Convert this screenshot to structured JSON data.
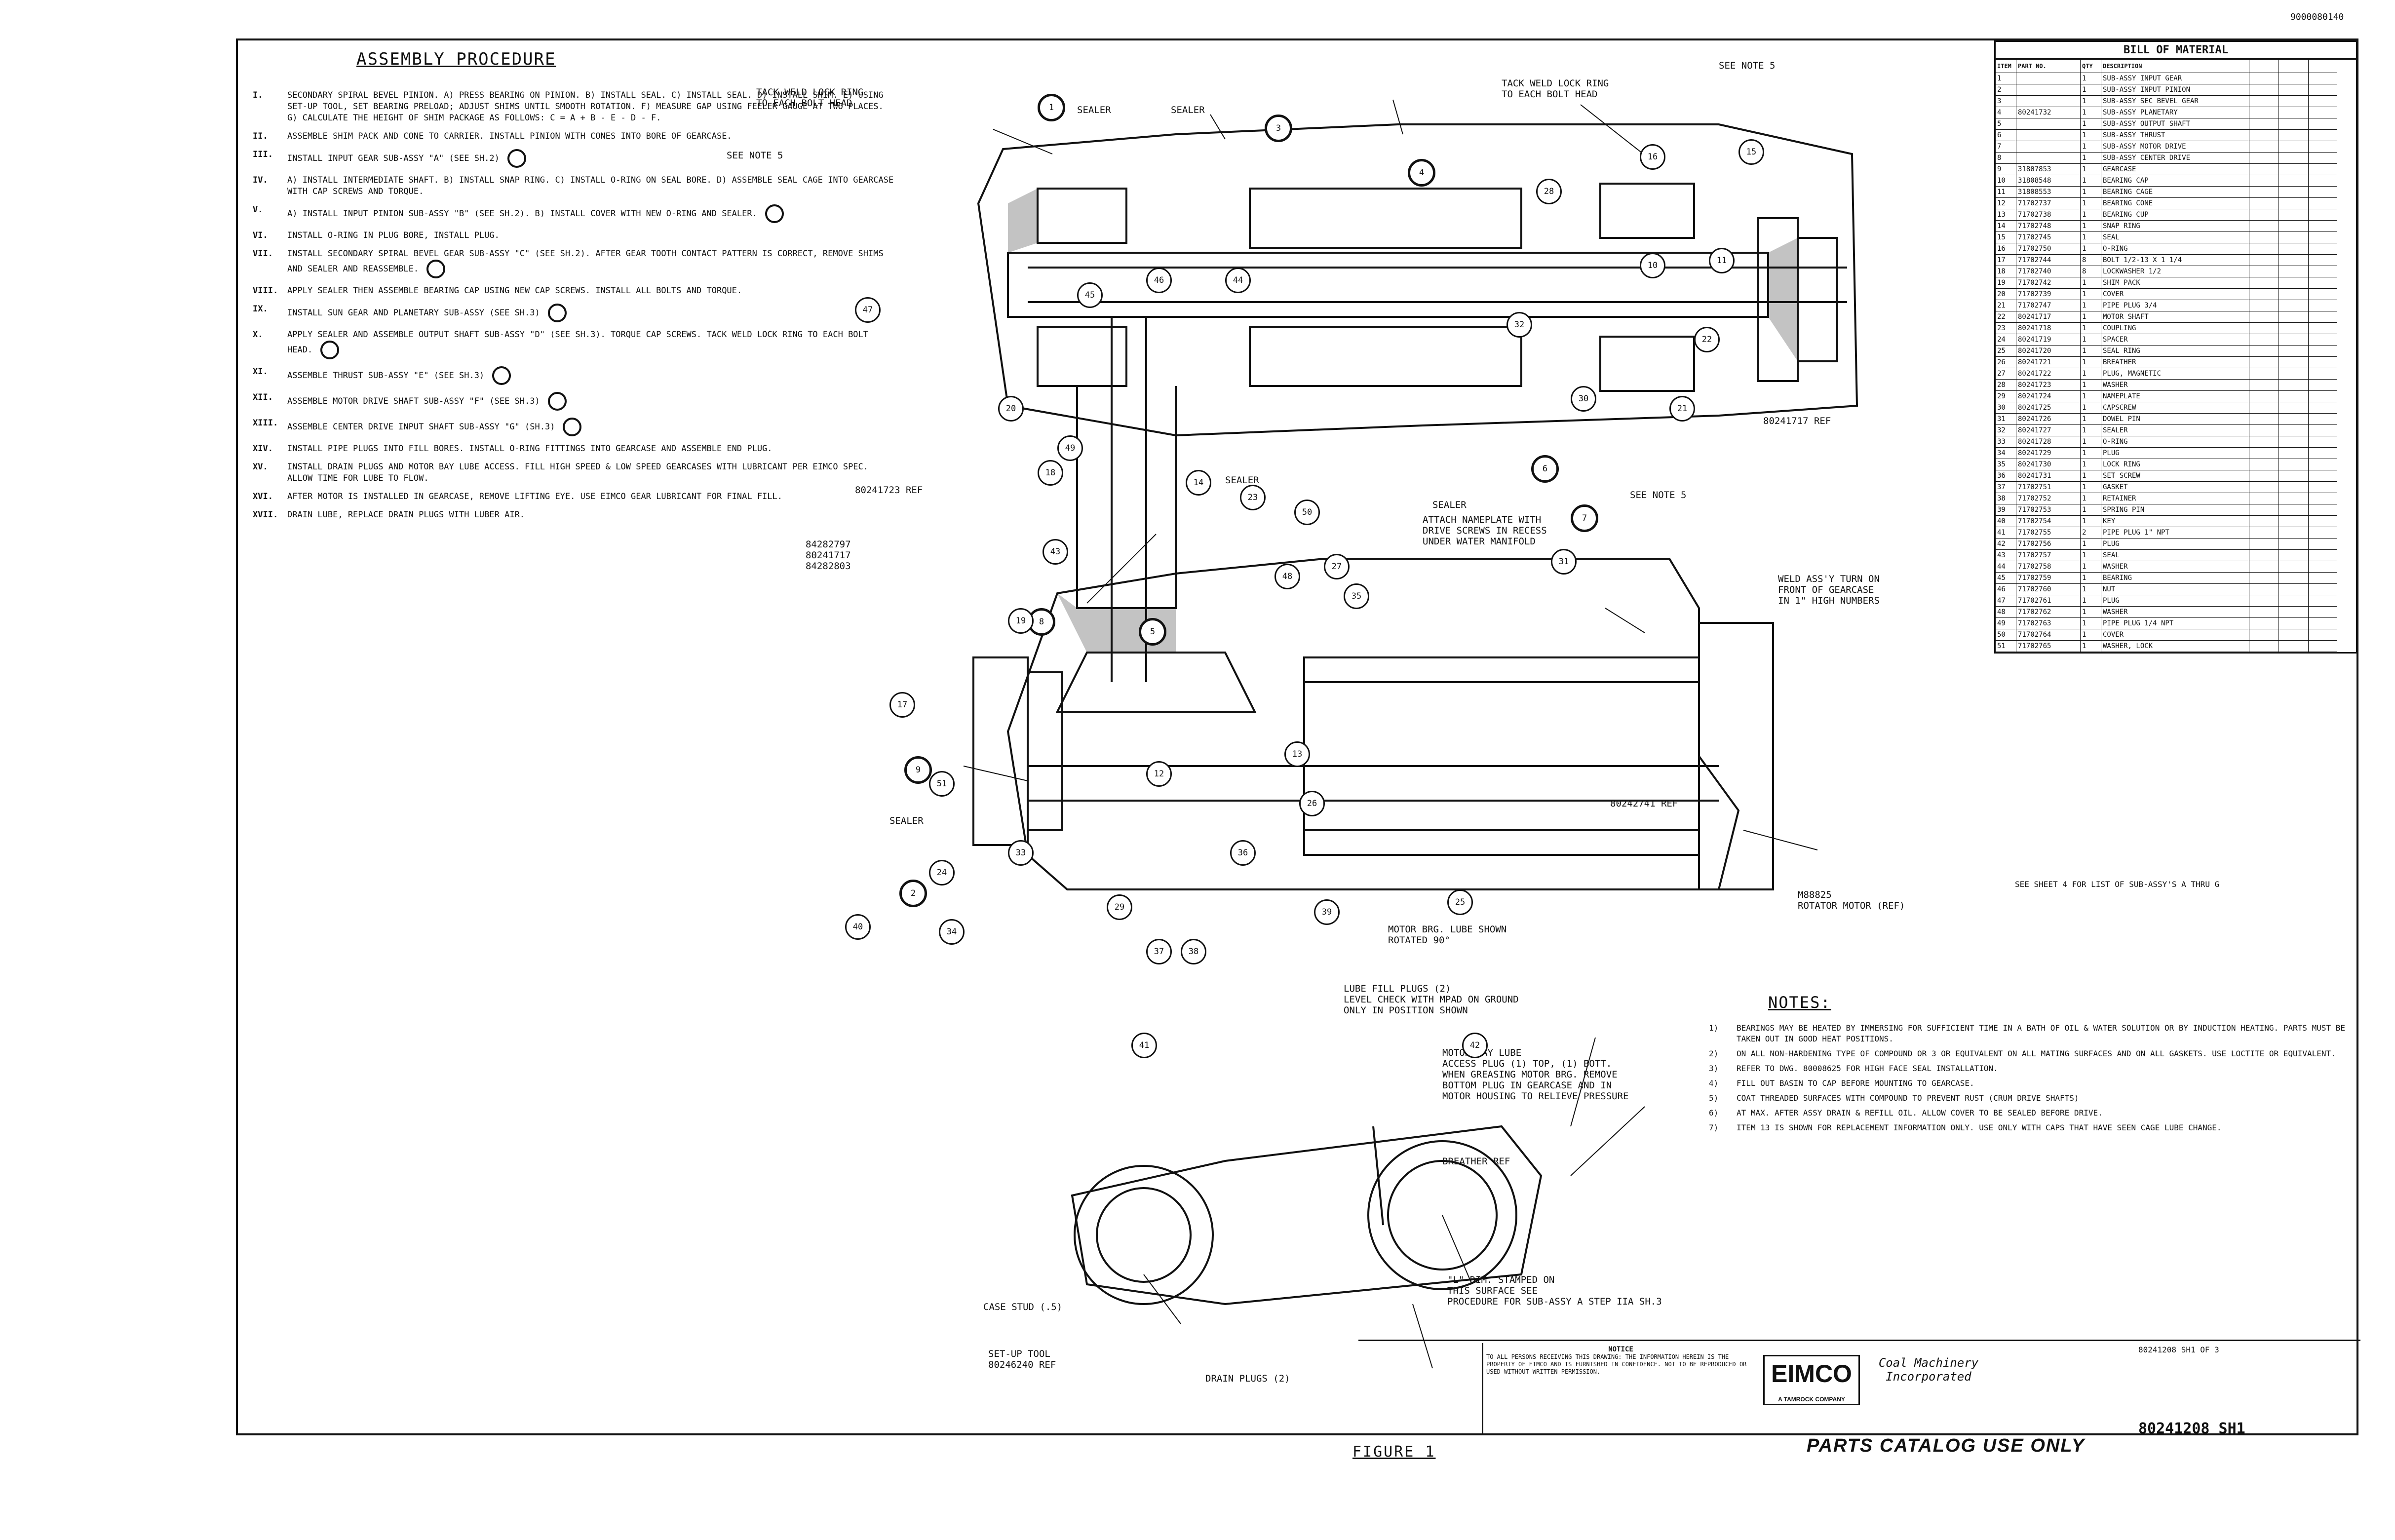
{
  "corner_code": "9000080140",
  "procedure": {
    "title": "ASSEMBLY PROCEDURE",
    "steps": [
      {
        "num": "I.",
        "text": "SECONDARY SPIRAL BEVEL PINION. A) PRESS BEARING ON PINION. B) INSTALL SEAL. C) INSTALL SEAL. D) INSTALL SHIM. E) USING SET-UP TOOL, SET BEARING PRELOAD; ADJUST SHIMS UNTIL SMOOTH ROTATION. F) MEASURE GAP USING FEELER GAUGE AT TWO PLACES. G) CALCULATE THE HEIGHT OF SHIM PACKAGE AS FOLLOWS: C = A + B - E - D - F.",
        "badge": false
      },
      {
        "num": "II.",
        "text": "ASSEMBLE SHIM PACK AND CONE TO CARRIER. INSTALL PINION WITH CONES INTO BORE OF GEARCASE.",
        "badge": false
      },
      {
        "num": "III.",
        "text": "INSTALL INPUT GEAR SUB-ASSY \"A\" (SEE SH.2)",
        "badge": true
      },
      {
        "num": "IV.",
        "text": "A) INSTALL INTERMEDIATE SHAFT. B) INSTALL SNAP RING. C) INSTALL O-RING ON SEAL BORE. D) ASSEMBLE SEAL CAGE INTO GEARCASE WITH CAP SCREWS AND TORQUE.",
        "badge": false
      },
      {
        "num": "V.",
        "text": "A) INSTALL INPUT PINION SUB-ASSY \"B\" (SEE SH.2). B) INSTALL COVER WITH NEW O-RING AND SEALER.",
        "badge": true
      },
      {
        "num": "VI.",
        "text": "INSTALL O-RING IN PLUG BORE, INSTALL PLUG.",
        "badge": false
      },
      {
        "num": "VII.",
        "text": "INSTALL SECONDARY SPIRAL BEVEL GEAR SUB-ASSY \"C\" (SEE SH.2). AFTER GEAR TOOTH CONTACT PATTERN IS CORRECT, REMOVE SHIMS AND SEALER AND REASSEMBLE.",
        "badge": true
      },
      {
        "num": "VIII.",
        "text": "APPLY SEALER THEN ASSEMBLE BEARING CAP USING NEW CAP SCREWS. INSTALL ALL BOLTS AND TORQUE.",
        "badge": false
      },
      {
        "num": "IX.",
        "text": "INSTALL SUN GEAR AND PLANETARY SUB-ASSY (SEE SH.3)",
        "badge": true
      },
      {
        "num": "X.",
        "text": "APPLY SEALER AND ASSEMBLE OUTPUT SHAFT SUB-ASSY \"D\" (SEE SH.3). TORQUE CAP SCREWS. TACK WELD LOCK RING TO EACH BOLT HEAD.",
        "badge": true
      },
      {
        "num": "XI.",
        "text": "ASSEMBLE THRUST SUB-ASSY \"E\" (SEE SH.3)",
        "badge": true
      },
      {
        "num": "XII.",
        "text": "ASSEMBLE MOTOR DRIVE SHAFT SUB-ASSY \"F\" (SEE SH.3)",
        "badge": true
      },
      {
        "num": "XIII.",
        "text": "ASSEMBLE CENTER DRIVE INPUT SHAFT SUB-ASSY \"G\" (SH.3)",
        "badge": true
      },
      {
        "num": "XIV.",
        "text": "INSTALL PIPE PLUGS INTO FILL BORES. INSTALL O-RING FITTINGS INTO GEARCASE AND ASSEMBLE END PLUG.",
        "badge": false
      },
      {
        "num": "XV.",
        "text": "INSTALL DRAIN PLUGS AND MOTOR BAY LUBE ACCESS. FILL HIGH SPEED & LOW SPEED GEARCASES WITH LUBRICANT PER EIMCO SPEC. ALLOW TIME FOR LUBE TO FLOW.",
        "badge": false
      },
      {
        "num": "XVI.",
        "text": "AFTER MOTOR IS INSTALLED IN GEARCASE, REMOVE LIFTING EYE. USE EIMCO GEAR LUBRICANT FOR FINAL FILL.",
        "badge": false
      },
      {
        "num": "XVII.",
        "text": "DRAIN LUBE, REPLACE DRAIN PLUGS WITH LUBER AIR.",
        "badge": false
      }
    ]
  },
  "bom": {
    "title": "BILL OF MATERIAL",
    "headers": [
      "ITEM",
      "PART NO.",
      "QTY",
      "DESCRIPTION",
      "",
      "",
      ""
    ],
    "rows": [
      {
        "item": "1",
        "part": "",
        "qty": "1",
        "desc": "SUB-ASSY INPUT GEAR"
      },
      {
        "item": "2",
        "part": "",
        "qty": "1",
        "desc": "SUB-ASSY INPUT PINION"
      },
      {
        "item": "3",
        "part": "",
        "qty": "1",
        "desc": "SUB-ASSY SEC BEVEL GEAR"
      },
      {
        "item": "4",
        "part": "80241732",
        "qty": "1",
        "desc": "SUB-ASSY PLANETARY"
      },
      {
        "item": "5",
        "part": "",
        "qty": "1",
        "desc": "SUB-ASSY OUTPUT SHAFT"
      },
      {
        "item": "6",
        "part": "",
        "qty": "1",
        "desc": "SUB-ASSY THRUST"
      },
      {
        "item": "7",
        "part": "",
        "qty": "1",
        "desc": "SUB-ASSY MOTOR DRIVE"
      },
      {
        "item": "8",
        "part": "",
        "qty": "1",
        "desc": "SUB-ASSY CENTER DRIVE"
      },
      {
        "item": "9",
        "part": "31807853",
        "qty": "1",
        "desc": "GEARCASE"
      },
      {
        "item": "10",
        "part": "31808548",
        "qty": "1",
        "desc": "BEARING CAP"
      },
      {
        "item": "11",
        "part": "31808553",
        "qty": "1",
        "desc": "BEARING CAGE"
      },
      {
        "item": "12",
        "part": "71702737",
        "qty": "1",
        "desc": "BEARING CONE"
      },
      {
        "item": "13",
        "part": "71702738",
        "qty": "1",
        "desc": "BEARING CUP"
      },
      {
        "item": "14",
        "part": "71702748",
        "qty": "1",
        "desc": "SNAP RING"
      },
      {
        "item": "15",
        "part": "71702745",
        "qty": "1",
        "desc": "SEAL"
      },
      {
        "item": "16",
        "part": "71702750",
        "qty": "1",
        "desc": "O-RING"
      },
      {
        "item": "17",
        "part": "71702744",
        "qty": "8",
        "desc": "BOLT 1/2-13 X 1 1/4"
      },
      {
        "item": "18",
        "part": "71702740",
        "qty": "8",
        "desc": "LOCKWASHER 1/2"
      },
      {
        "item": "19",
        "part": "71702742",
        "qty": "1",
        "desc": "SHIM PACK"
      },
      {
        "item": "20",
        "part": "71702739",
        "qty": "1",
        "desc": "COVER"
      },
      {
        "item": "21",
        "part": "71702747",
        "qty": "1",
        "desc": "PIPE PLUG 3/4"
      },
      {
        "item": "22",
        "part": "80241717",
        "qty": "1",
        "desc": "MOTOR SHAFT"
      },
      {
        "item": "23",
        "part": "80241718",
        "qty": "1",
        "desc": "COUPLING"
      },
      {
        "item": "24",
        "part": "80241719",
        "qty": "1",
        "desc": "SPACER"
      },
      {
        "item": "25",
        "part": "80241720",
        "qty": "1",
        "desc": "SEAL RING"
      },
      {
        "item": "26",
        "part": "80241721",
        "qty": "1",
        "desc": "BREATHER"
      },
      {
        "item": "27",
        "part": "80241722",
        "qty": "1",
        "desc": "PLUG, MAGNETIC"
      },
      {
        "item": "28",
        "part": "80241723",
        "qty": "1",
        "desc": "WASHER"
      },
      {
        "item": "29",
        "part": "80241724",
        "qty": "1",
        "desc": "NAMEPLATE"
      },
      {
        "item": "30",
        "part": "80241725",
        "qty": "1",
        "desc": "CAPSCREW"
      },
      {
        "item": "31",
        "part": "80241726",
        "qty": "1",
        "desc": "DOWEL PIN"
      },
      {
        "item": "32",
        "part": "80241727",
        "qty": "1",
        "desc": "SEALER"
      },
      {
        "item": "33",
        "part": "80241728",
        "qty": "1",
        "desc": "O-RING"
      },
      {
        "item": "34",
        "part": "80241729",
        "qty": "1",
        "desc": "PLUG"
      },
      {
        "item": "35",
        "part": "80241730",
        "qty": "1",
        "desc": "LOCK RING"
      },
      {
        "item": "36",
        "part": "80241731",
        "qty": "1",
        "desc": "SET SCREW"
      },
      {
        "item": "37",
        "part": "71702751",
        "qty": "1",
        "desc": "GASKET"
      },
      {
        "item": "38",
        "part": "71702752",
        "qty": "1",
        "desc": "RETAINER"
      },
      {
        "item": "39",
        "part": "71702753",
        "qty": "1",
        "desc": "SPRING PIN"
      },
      {
        "item": "40",
        "part": "71702754",
        "qty": "1",
        "desc": "KEY"
      },
      {
        "item": "41",
        "part": "71702755",
        "qty": "2",
        "desc": "PIPE PLUG 1\" NPT"
      },
      {
        "item": "42",
        "part": "71702756",
        "qty": "1",
        "desc": "PLUG"
      },
      {
        "item": "43",
        "part": "71702757",
        "qty": "1",
        "desc": "SEAL"
      },
      {
        "item": "44",
        "part": "71702758",
        "qty": "1",
        "desc": "WASHER"
      },
      {
        "item": "45",
        "part": "71702759",
        "qty": "1",
        "desc": "BEARING"
      },
      {
        "item": "46",
        "part": "71702760",
        "qty": "1",
        "desc": "NUT"
      },
      {
        "item": "47",
        "part": "71702761",
        "qty": "1",
        "desc": "PLUG"
      },
      {
        "item": "48",
        "part": "71702762",
        "qty": "1",
        "desc": "WASHER"
      },
      {
        "item": "49",
        "part": "71702763",
        "qty": "1",
        "desc": "PIPE PLUG 1/4 NPT"
      },
      {
        "item": "50",
        "part": "71702764",
        "qty": "1",
        "desc": "COVER"
      },
      {
        "item": "51",
        "part": "71702765",
        "qty": "1",
        "desc": "WASHER, LOCK"
      }
    ],
    "note": "SEE SHEET 4 FOR LIST OF SUB-ASSY'S A THRU G"
  },
  "drawing": {
    "labels": [
      {
        "id": "tack-left",
        "text": "TACK WELD LOCK RING\nTO EACH BOLT HEAD"
      },
      {
        "id": "tack-right",
        "text": "TACK WELD LOCK RING\nTO EACH BOLT HEAD"
      },
      {
        "id": "sealer-top-1",
        "text": "SEALER"
      },
      {
        "id": "sealer-top-2",
        "text": "SEALER"
      },
      {
        "id": "see-note-5-left",
        "text": "SEE NOTE 5"
      },
      {
        "id": "see-note-5-bottom",
        "text": "SEE NOTE 5"
      },
      {
        "id": "see-note-5-top",
        "text": "SEE NOTE 5"
      },
      {
        "id": "sealer-mid-1",
        "text": "SEALER"
      },
      {
        "id": "sealer-mid-2",
        "text": "SEALER"
      },
      {
        "id": "sealer-left",
        "text": "SEALER"
      },
      {
        "id": "ref-1",
        "text": "80241717 REF"
      },
      {
        "id": "ref-2",
        "text": "80241723 REF"
      },
      {
        "id": "ref-3",
        "text": "80242741 REF"
      },
      {
        "id": "ref-4",
        "text": "84282797\n80241717\n84282803"
      },
      {
        "id": "nameplate",
        "text": "ATTACH NAMEPLATE WITH\nDRIVE SCREWS IN RECESS\nUNDER WATER MANIFOLD"
      },
      {
        "id": "weld-assy",
        "text": "WELD ASS'Y TURN ON\nFRONT OF GEARCASE\nIN 1\" HIGH NUMBERS"
      },
      {
        "id": "motor-ref",
        "text": "MOTOR BRG. LUBE SHOWN\nROTATED 90°"
      },
      {
        "id": "motor-rotor",
        "text": "M88825\nROTATOR MOTOR (REF)"
      },
      {
        "id": "lube-fill",
        "text": "LUBE FILL PLUGS (2)\nLEVEL CHECK WITH MPAD ON GROUND\nONLY IN POSITION SHOWN"
      },
      {
        "id": "motor-bay",
        "text": "MOTOR BAY LUBE\nACCESS PLUG (1) TOP, (1) BOTT.\nWHEN GREASING MOTOR BRG. REMOVE\nBOTTOM PLUG IN GEARCASE AND IN\nMOTOR HOUSING TO RELIEVE PRESSURE"
      },
      {
        "id": "breather",
        "text": "BREATHER REF"
      },
      {
        "id": "stamp",
        "text": "\"L\" DIM. STAMPED ON\nTHIS SURFACE SEE\nPROCEDURE FOR SUB-ASSY A  STEP IIA SH.3"
      },
      {
        "id": "case-stud",
        "text": "CASE STUD (.5)"
      },
      {
        "id": "setup-tool",
        "text": "SET-UP TOOL\n80246240 REF"
      },
      {
        "id": "drain-plugs",
        "text": "DRAIN PLUGS (2)"
      }
    ],
    "balloons": [
      "1",
      "2",
      "3",
      "4",
      "5",
      "6",
      "7",
      "8",
      "9",
      "10",
      "11",
      "12",
      "13",
      "14",
      "15",
      "16",
      "17",
      "18",
      "19",
      "20",
      "21",
      "22",
      "23",
      "24",
      "25",
      "26",
      "27",
      "28",
      "29",
      "30",
      "31",
      "32",
      "33",
      "34",
      "35",
      "36",
      "37",
      "38",
      "39",
      "40",
      "41",
      "42",
      "43",
      "44",
      "45",
      "46",
      "47",
      "48",
      "49",
      "50",
      "51"
    ]
  },
  "notes": {
    "title": "NOTES:",
    "items": [
      {
        "num": "1)",
        "text": "BEARINGS MAY BE HEATED BY IMMERSING FOR SUFFICIENT TIME IN A BATH OF OIL & WATER SOLUTION OR BY INDUCTION HEATING. PARTS MUST BE TAKEN OUT IN GOOD HEAT POSITIONS."
      },
      {
        "num": "2)",
        "text": "ON ALL NON-HARDENING TYPE OF COMPOUND OR 3 OR EQUIVALENT ON ALL MATING SURFACES AND ON ALL GASKETS. USE LOCTITE OR EQUIVALENT."
      },
      {
        "num": "3)",
        "text": "REFER TO DWG. 80008625 FOR HIGH FACE SEAL INSTALLATION."
      },
      {
        "num": "4)",
        "text": "FILL OUT BASIN TO CAP BEFORE MOUNTING TO GEARCASE."
      },
      {
        "num": "5)",
        "text": "COAT THREADED SURFACES WITH COMPOUND TO PREVENT RUST (CRUM DRIVE SHAFTS)"
      },
      {
        "num": "6)",
        "text": "AT MAX. AFTER ASSY DRAIN & REFILL OIL. ALLOW COVER TO BE SEALED BEFORE DRIVE."
      },
      {
        "num": "7)",
        "text": "ITEM 13 IS SHOWN FOR REPLACEMENT INFORMATION ONLY. USE ONLY WITH CAPS THAT HAVE SEEN CAGE LUBE CHANGE."
      }
    ]
  },
  "title_block": {
    "notice_title": "NOTICE",
    "notice_text": "TO ALL PERSONS RECEIVING THIS DRAWING: THE INFORMATION HEREIN IS THE PROPERTY OF EIMCO AND IS FURNISHED IN CONFIDENCE. NOT TO BE REPRODUCED OR USED WITHOUT WRITTEN PERMISSION.",
    "logo": "EIMCO",
    "logo_sub": "A TAMROCK COMPANY",
    "company": "Coal Machinery Incorporated",
    "top_ref": "80241208 SH1 OF 3",
    "dwg_no": "80241208  SH1"
  },
  "figure_label": "FIGURE 1",
  "catalog_note": "PARTS CATALOG USE ONLY"
}
